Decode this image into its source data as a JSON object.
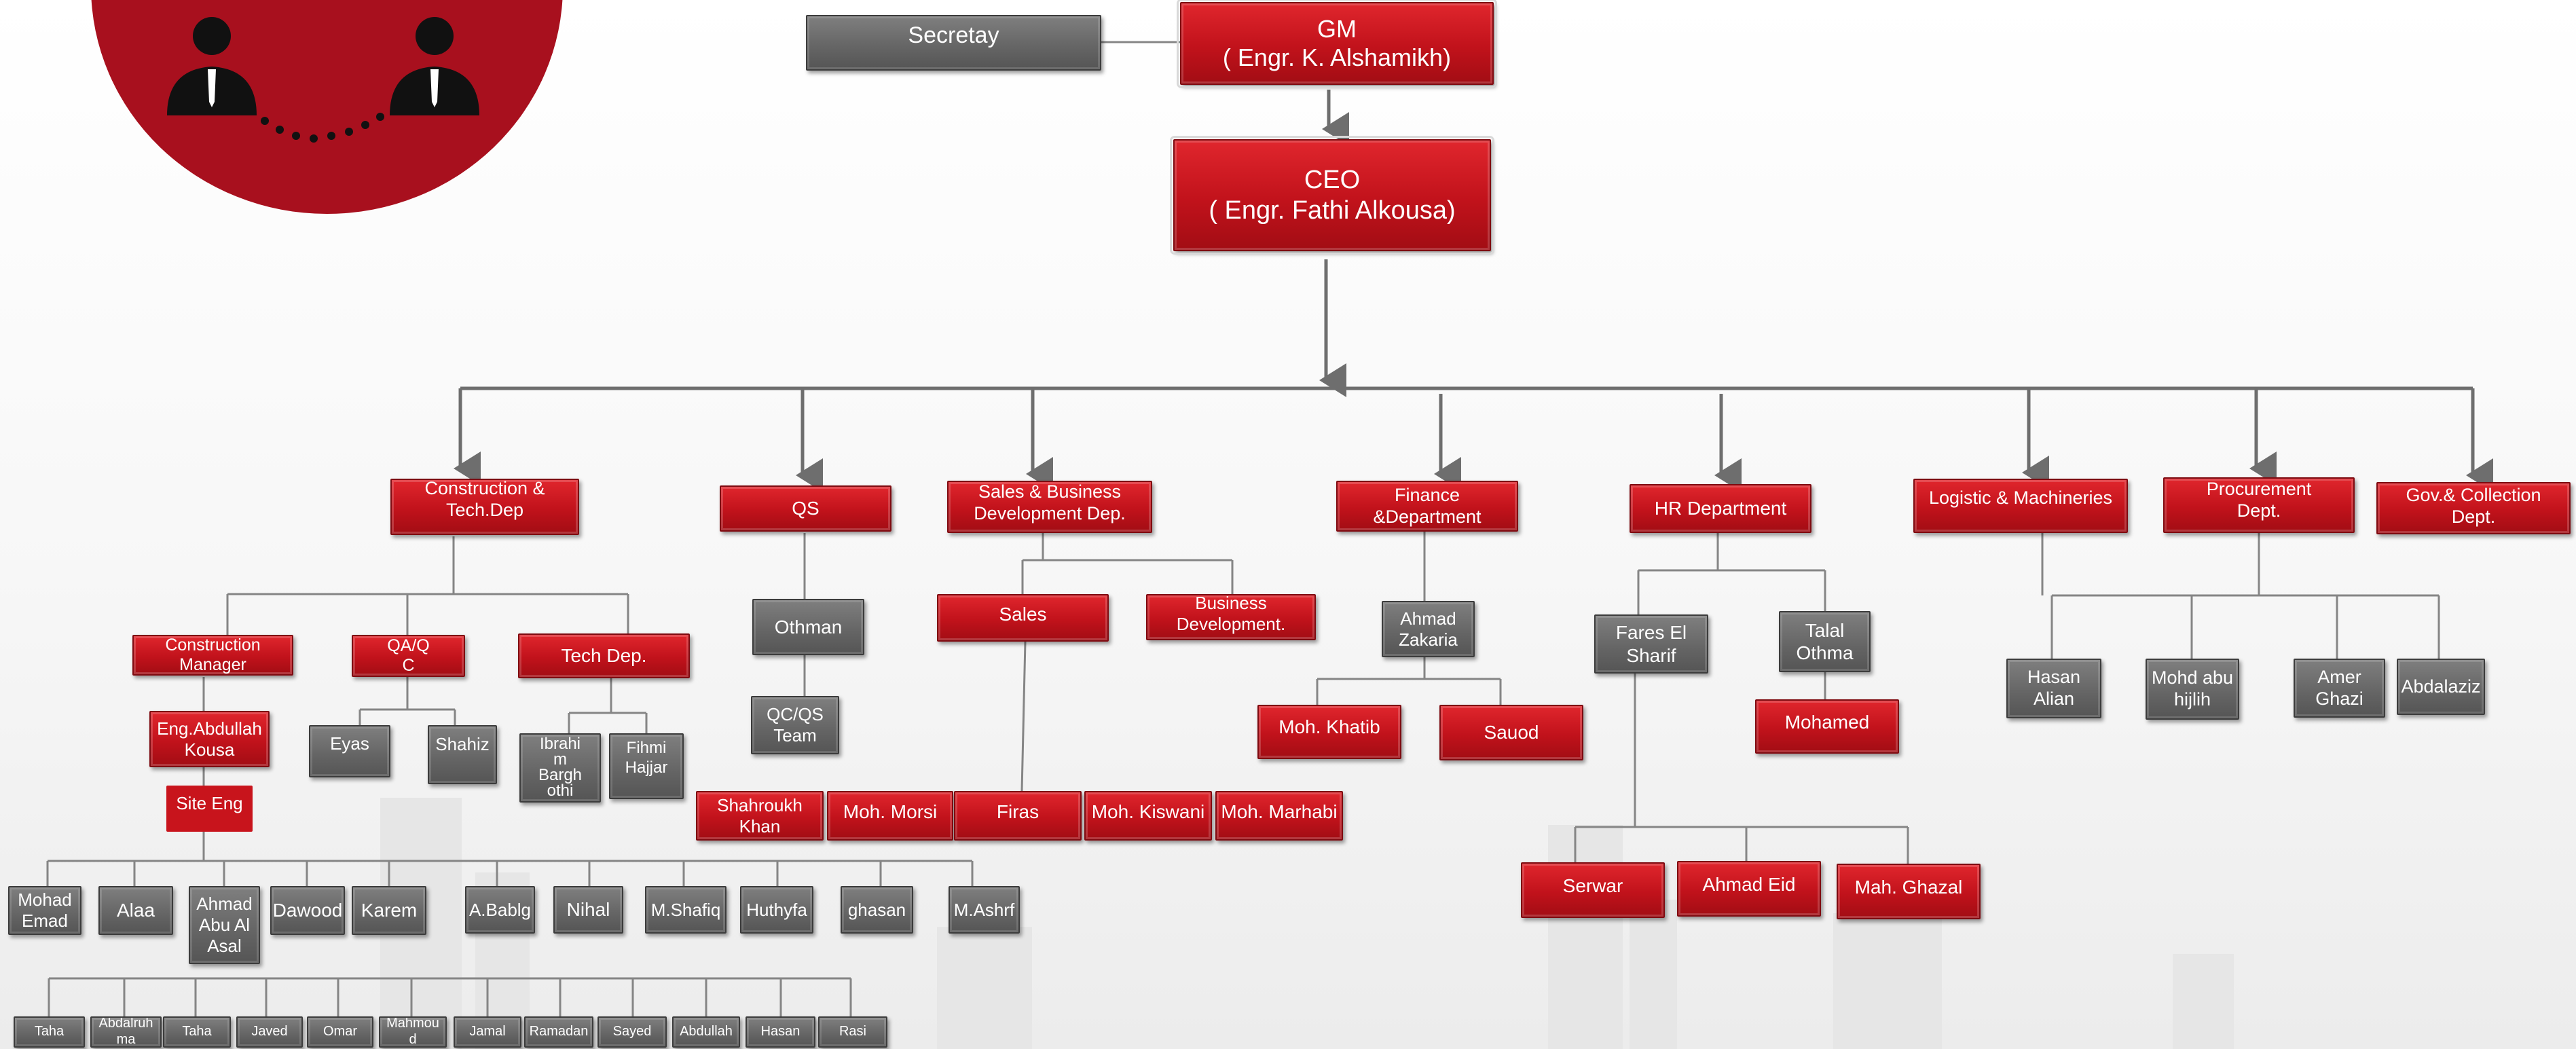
{
  "colors": {
    "accent_red": "#c1121b",
    "node_gray": "#646464",
    "connector": "#7a7a7a",
    "logo_red": "#a8101e"
  },
  "logo": {
    "icon": "two-people-connected-icon"
  },
  "top": {
    "gm": "GM\n( Engr. K. Alshamikh)",
    "secretary": "Secretay",
    "ceo": "CEO\n( Engr. Fathi Alkousa)"
  },
  "departments": {
    "construction": "Construction & Tech.Dep",
    "qs": "QS",
    "sales": "Sales & Business\nDevelopment Dep.",
    "finance": "Finance\n&Department",
    "hr": "HR Department",
    "logistic": "Logistic  & Machineries",
    "procurement": "Procurement\nDept.",
    "gov": "Gov.&   Collection\nDept."
  },
  "construction": {
    "manager": "Construction\nManager",
    "qaqc": "QA/Q\nC",
    "tech": "Tech Dep.",
    "abdullah": "Eng.Abdullah\nKousa",
    "site": "Site Eng",
    "eyas": "Eyas",
    "shahiz": "Shahiz",
    "ibrahim": "Ibrahi\nm\nBargh\nothi",
    "fihmi": "Fihmi\nHajjar",
    "engineers": [
      "Mohad\nEmad",
      "Alaa",
      "Ahmad\nAbu Al\nAsal",
      "Dawood",
      "Karem",
      "A.Bablg",
      "Nihal",
      "M.Shafiq",
      "Huthyfa",
      "ghasan",
      "M.Ashrf"
    ],
    "workers": [
      "Taha",
      "Abdalruh\nma",
      "Taha",
      "Javed",
      "Omar",
      "Mahmou\nd",
      "Jamal",
      "Ramadan",
      "Sayed",
      "Abdullah",
      "Hasan",
      "Rasi"
    ]
  },
  "qs": {
    "othman": "Othman",
    "team": "QC/QS\nTeam"
  },
  "sales": {
    "sales": "Sales",
    "bizdev": "Business\nDevelopment.",
    "staff": [
      "Shahroukh\nKhan",
      "Moh. Morsi",
      "Firas",
      "Moh. Kiswani",
      "Moh. Marhabi"
    ]
  },
  "finance": {
    "ahmad": "Ahmad\nZakaria",
    "khatib": "Moh. Khatib",
    "sauod": "Sauod"
  },
  "hr": {
    "fares": "Fares El\nSharif",
    "talal": "Talal\nOthma",
    "mohamed": "Mohamed",
    "staff": [
      "Serwar",
      "Ahmad Eid",
      "Mah. Ghazal"
    ]
  },
  "logistics_team": [
    "Hasan\nAlian",
    "Mohd abu\nhijlih",
    "Amer\nGhazi",
    "Abdalaziz"
  ]
}
